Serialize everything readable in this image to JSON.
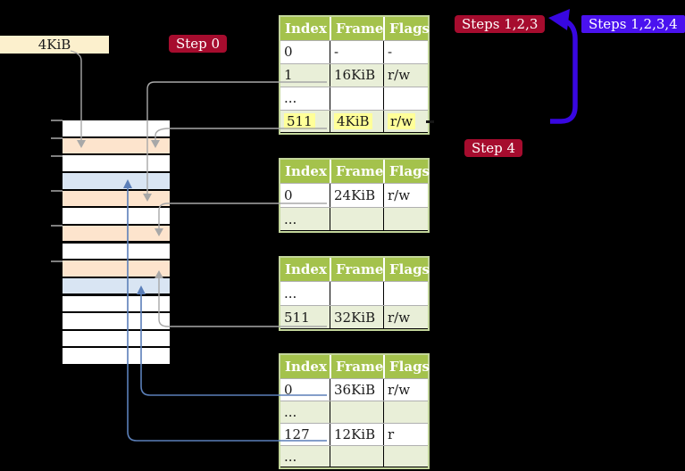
{
  "labels": {
    "page_size_box": "4KiB"
  },
  "badges": {
    "step0": "Step 0",
    "steps123": "Steps 1,2,3",
    "steps1234": "Steps 1,2,3,4",
    "step4": "Step 4"
  },
  "colors": {
    "badge_red": "#a60c2e",
    "badge_blue": "#4a12ef",
    "table_header_green": "#a4c24c",
    "table_border_green": "#c3d69b",
    "row_shade_green": "#e9efd8",
    "highlight_yellow": "#ffff99",
    "frame_orange": "#fde4cd",
    "frame_blue": "#d9e5f3",
    "frame_free": "#ffffff",
    "connector_gray": "#a8a8a8",
    "connector_blue": "#5b7fb9",
    "big_arrow_blue": "#3807e0",
    "label_box_cream": "#fcf0cd"
  },
  "memory_column": {
    "frames": [
      "free",
      "orange",
      "free",
      "blue",
      "orange",
      "free",
      "orange",
      "free",
      "orange",
      "blue",
      "free",
      "free",
      "free",
      "free"
    ]
  },
  "tables": [
    {
      "name": "page-table-1",
      "headers": [
        "Index",
        "Frame",
        "Flags"
      ],
      "rows": [
        {
          "cells": [
            "0",
            "-",
            "-"
          ],
          "shaded": false,
          "highlighted": false
        },
        {
          "cells": [
            "1",
            "16KiB",
            "r/w"
          ],
          "shaded": true,
          "highlighted": false
        },
        {
          "cells": [
            "...",
            "",
            ""
          ],
          "shaded": false,
          "highlighted": false
        },
        {
          "cells": [
            "511",
            "4KiB",
            "r/w"
          ],
          "shaded": true,
          "highlighted": true
        }
      ]
    },
    {
      "name": "page-table-2",
      "headers": [
        "Index",
        "Frame",
        "Flags"
      ],
      "rows": [
        {
          "cells": [
            "0",
            "24KiB",
            "r/w"
          ],
          "shaded": false,
          "highlighted": false
        },
        {
          "cells": [
            "...",
            "",
            ""
          ],
          "shaded": true,
          "highlighted": false
        }
      ]
    },
    {
      "name": "page-table-3",
      "headers": [
        "Index",
        "Frame",
        "Flags"
      ],
      "rows": [
        {
          "cells": [
            "...",
            "",
            ""
          ],
          "shaded": false,
          "highlighted": false
        },
        {
          "cells": [
            "511",
            "32KiB",
            "r/w"
          ],
          "shaded": true,
          "highlighted": false
        }
      ]
    },
    {
      "name": "page-table-4",
      "headers": [
        "Index",
        "Frame",
        "Flags"
      ],
      "rows": [
        {
          "cells": [
            "0",
            "36KiB",
            "r/w"
          ],
          "shaded": false,
          "highlighted": false
        },
        {
          "cells": [
            "...",
            "",
            ""
          ],
          "shaded": true,
          "highlighted": false
        },
        {
          "cells": [
            "127",
            "12KiB",
            "r"
          ],
          "shaded": false,
          "highlighted": false
        },
        {
          "cells": [
            "...",
            "",
            ""
          ],
          "shaded": true,
          "highlighted": false
        }
      ]
    }
  ]
}
